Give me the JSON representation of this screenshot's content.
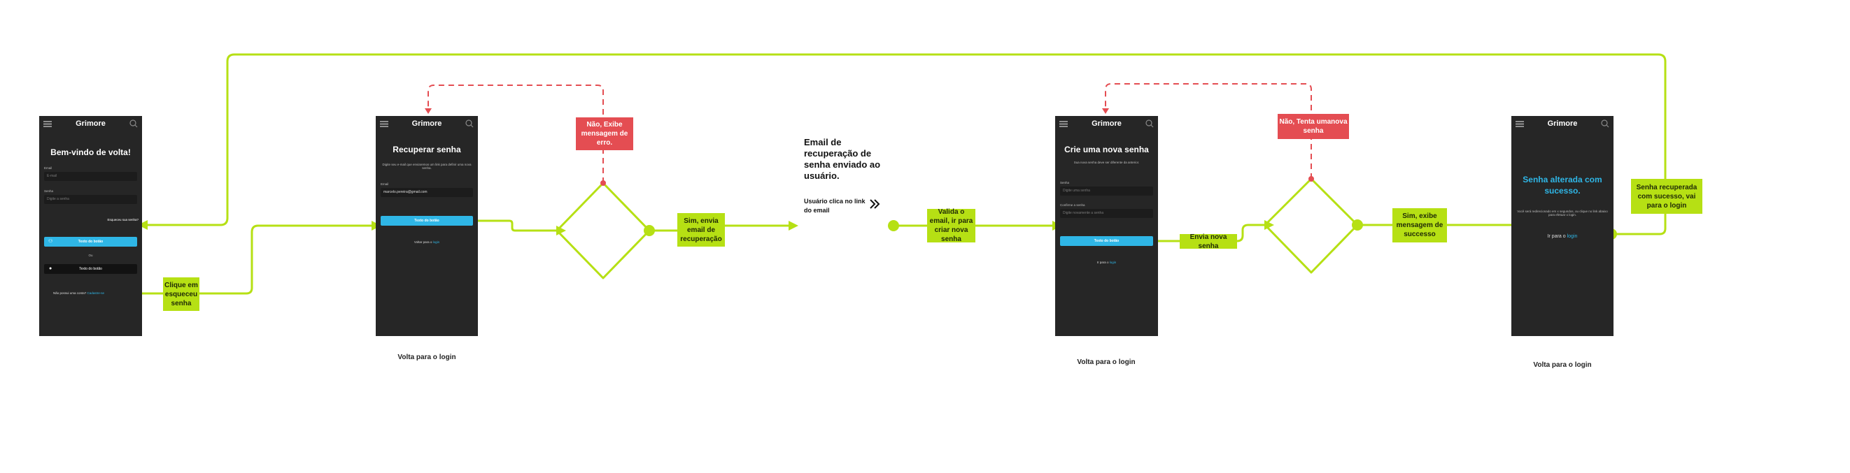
{
  "colors": {
    "flow_line": "#b6e014",
    "error_box": "#e44d52",
    "screen_bg": "#262626",
    "link": "#2fb6e6"
  },
  "app": {
    "brand": "Grimore"
  },
  "screen_login": {
    "title": "Bem-vindo de volta!",
    "email_label": "Email",
    "email_placeholder": "E-mail",
    "password_label": "Senha",
    "password_placeholder": "Digite a senha",
    "forgot": "Esqueceu sua senha?",
    "primary_button": "Texto do botão",
    "divider": "Ou",
    "github_button": "Texto do botão",
    "signup_text": "Não possui uma conta?",
    "signup_link": "Cadastre-se"
  },
  "screen_recover": {
    "title": "Recuperar senha",
    "description": "Digite seu e-mail que enviaremos um link para definir uma nova senha.",
    "email_label": "Email",
    "email_value": "marcelo.pereira@gmail.com",
    "button": "Texto do botão",
    "back_text": "Voltar para o",
    "back_link": "login"
  },
  "screen_new_password": {
    "title": "Crie uma nova senha",
    "description": "Sua nova senha deve ser diferente da anterior.",
    "password_label": "Senha",
    "password_placeholder": "Digite uma senha",
    "confirm_label": "Confirme a senha",
    "confirm_placeholder": "Digite novamente a senha",
    "button": "Texto do botão",
    "back_text": "Ir para o",
    "back_link": "login"
  },
  "screen_success": {
    "title_line1": "Senha alterada com",
    "title_line2": "sucesso.",
    "description": "Você será redirecionado em x segundos, ou clique no link abaixo para efetuar o login.",
    "back_text": "Ir para o",
    "back_link": "login"
  },
  "flow": {
    "forgot_click": "Clique em esqueceu senha",
    "no_error_email": "Não, Exibe mensagem de erro.",
    "yes_send_email": "Sim, envia email de recuperação",
    "email_sent": "Email de recuperação de senha enviado ao usuário.",
    "user_clicks": "Usuário clica no link do email",
    "validate_email": "Valida o email, ir para criar nova senha",
    "send_new_password": "Envia nova senha",
    "no_try_again": "Não, Tenta umanova senha",
    "yes_success": "Sim, exibe mensagem de successo",
    "recovered": "Senha recuperada com sucesso, vai para o login",
    "back_login_1": "Volta para o login",
    "back_login_2": "Volta para o login",
    "back_login_3": "Volta para o login"
  }
}
